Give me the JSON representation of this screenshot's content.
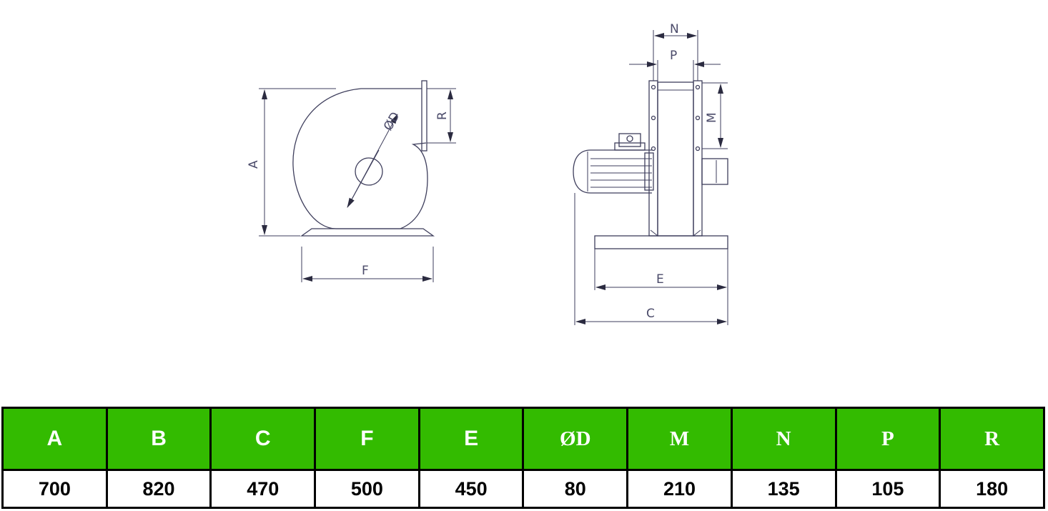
{
  "diagram": {
    "labels": {
      "A": "A",
      "R": "R",
      "D": "ØD",
      "F": "F",
      "N": "N",
      "P": "P",
      "M": "M",
      "E": "E",
      "C": "C"
    }
  },
  "table": {
    "headers": [
      {
        "label": "A",
        "font": "sans"
      },
      {
        "label": "B",
        "font": "sans"
      },
      {
        "label": "C",
        "font": "sans"
      },
      {
        "label": "F",
        "font": "sans"
      },
      {
        "label": "E",
        "font": "sans"
      },
      {
        "label": "ØD",
        "font": "serif"
      },
      {
        "label": "M",
        "font": "serif"
      },
      {
        "label": "N",
        "font": "serif"
      },
      {
        "label": "P",
        "font": "serif"
      },
      {
        "label": "R",
        "font": "serif"
      }
    ],
    "values": [
      "700",
      "820",
      "470",
      "500",
      "450",
      "80",
      "210",
      "135",
      "105",
      "180"
    ],
    "header_color": "#33bb00"
  }
}
